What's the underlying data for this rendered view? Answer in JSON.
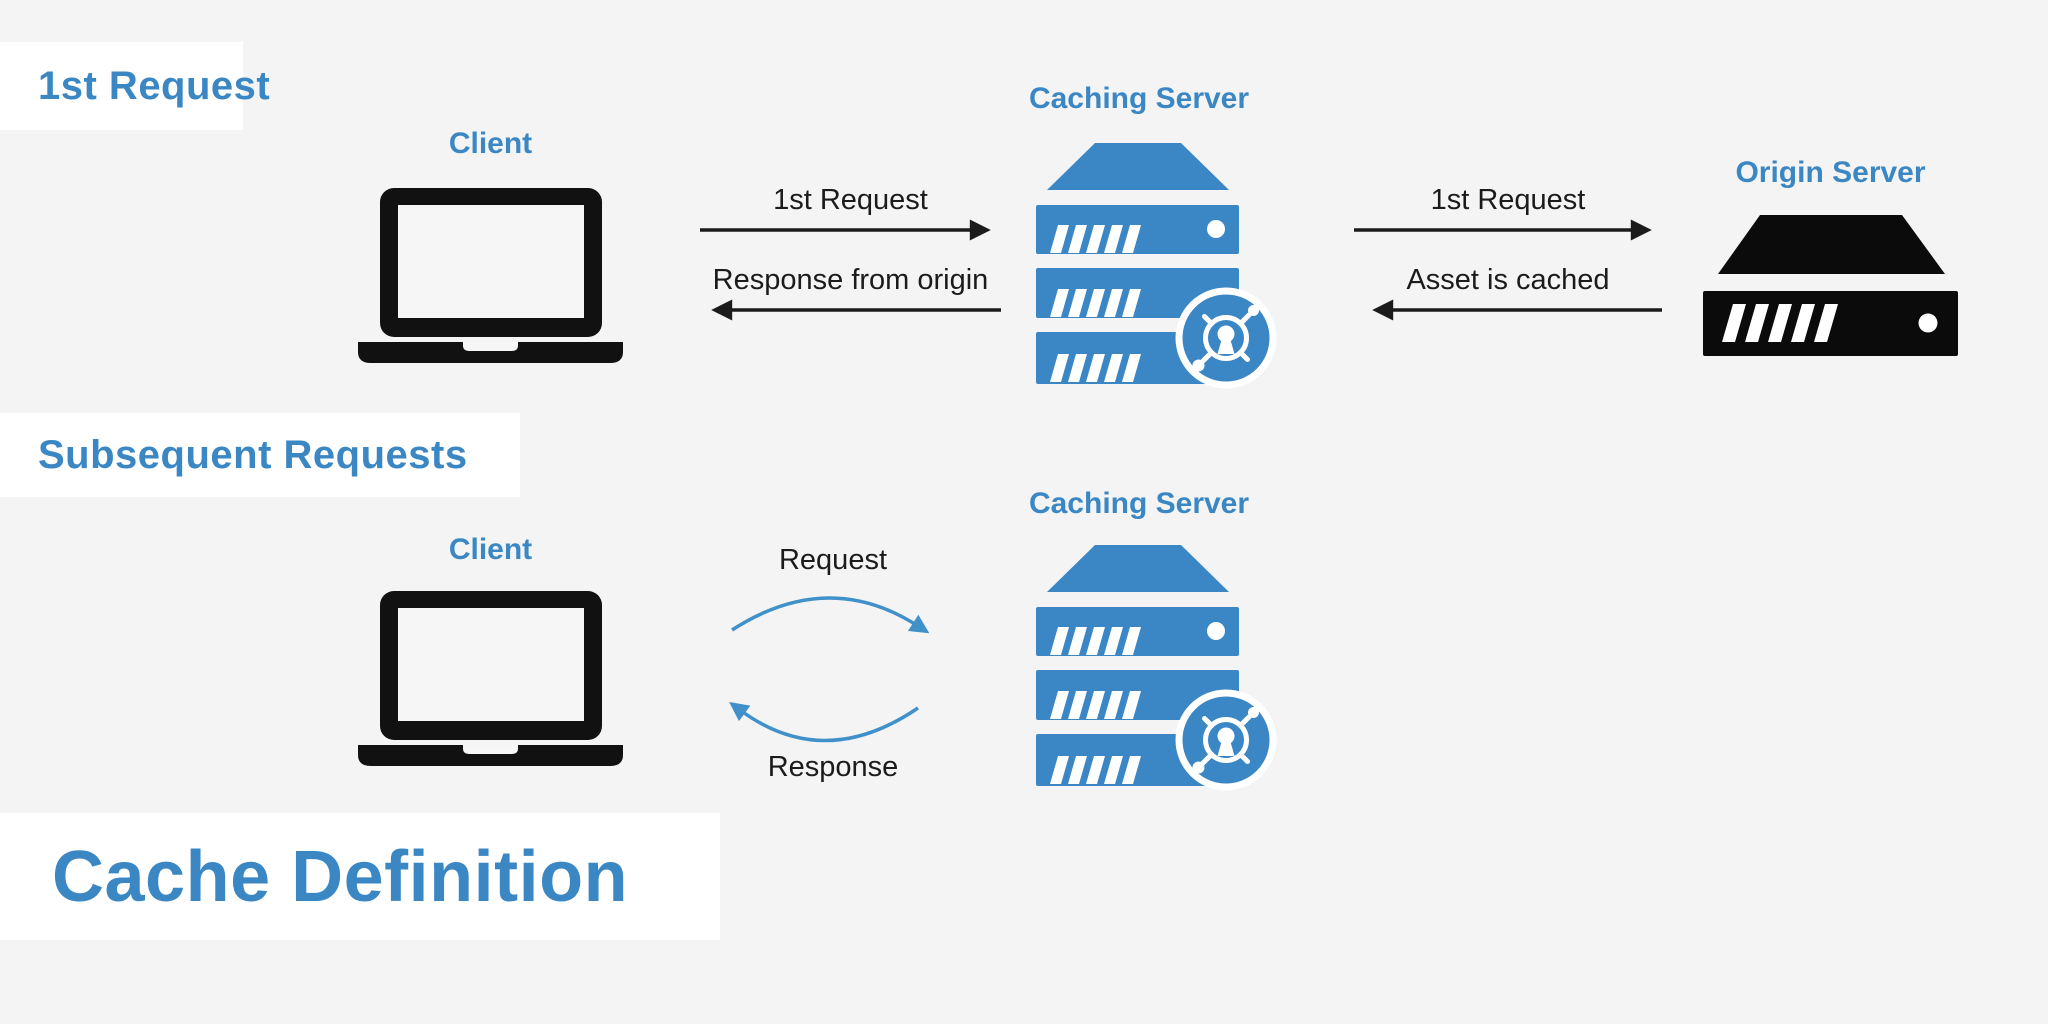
{
  "colors": {
    "background": "#f4f4f4",
    "panel": "#ffffff",
    "accent_blue": "#3a87c4",
    "icon_blue": "#3b86c5",
    "curved_arrow_blue": "#4090ca",
    "ink_black": "#111111"
  },
  "title": {
    "text": "Cache Definition"
  },
  "row_first": {
    "heading": "1st Request",
    "client": {
      "label": "Client",
      "icon": "laptop-icon"
    },
    "caching_server": {
      "label": "Caching Server",
      "icon": "caching-server-stack-icon"
    },
    "origin_server": {
      "label": "Origin Server",
      "icon": "origin-server-icon"
    },
    "arrows": {
      "to_cache": "1st Request",
      "from_cache": "Response from origin",
      "to_origin": "1st Request",
      "from_origin": "Asset is cached"
    }
  },
  "row_subsequent": {
    "heading": "Subsequent Requests",
    "client": {
      "label": "Client",
      "icon": "laptop-icon"
    },
    "caching_server": {
      "label": "Caching Server",
      "icon": "caching-server-stack-icon"
    },
    "arrows": {
      "request": "Request",
      "response": "Response"
    }
  }
}
